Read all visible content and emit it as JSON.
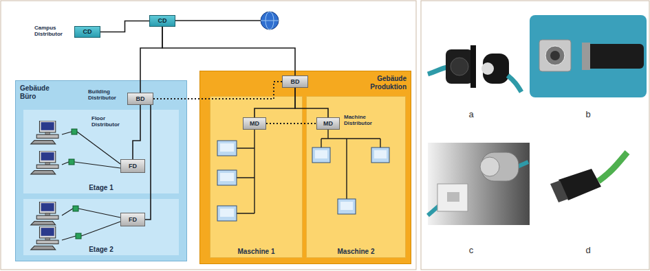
{
  "diagram": {
    "nodes": [
      {
        "text": [
          "CD"
        ]
      },
      {
        "text": [
          "CD"
        ]
      },
      {
        "text": [
          "Gebäude Büro"
        ]
      },
      {
        "text": [
          "BD"
        ],
        "in": 2
      },
      {
        "text": [
          "Etage 1"
        ],
        "in": 2
      },
      {
        "text": [
          "FD"
        ],
        "in": 4
      },
      {
        "text": [
          "Etage 2"
        ],
        "in": 2
      },
      {
        "text": [
          "FD"
        ],
        "in": 6
      },
      {
        "text": [
          "Gebäude Produktion"
        ]
      },
      {
        "text": [
          "BD"
        ],
        "in": 8
      },
      {
        "text": [
          "Maschine 1"
        ],
        "in": 8
      },
      {
        "text": [
          "MD"
        ],
        "in": 10
      },
      {
        "text": [
          "Maschine 2"
        ],
        "in": 8
      },
      {
        "text": [
          "MD"
        ],
        "in": 12
      }
    ],
    "edges": [
      {
        "from": 0,
        "to": 1,
        "arrow": "none"
      },
      {
        "from": 1,
        "to": 3,
        "arrow": "none"
      },
      {
        "from": 1,
        "to": 9,
        "arrow": "none"
      },
      {
        "from": 3,
        "to": 5,
        "arrow": "none"
      },
      {
        "from": 3,
        "to": 7,
        "arrow": "none"
      },
      {
        "from": 3,
        "to": 9,
        "arrow": "none"
      },
      {
        "from": 9,
        "to": 11,
        "arrow": "none"
      },
      {
        "from": 9,
        "to": 13,
        "arrow": "none"
      },
      {
        "from": 11,
        "to": 13,
        "arrow": "none"
      }
    ],
    "labels": [
      "Campus Distributor",
      "Building Distributor",
      "Floor Distributor",
      "Machine Distributor",
      "a",
      "b",
      "c",
      "d"
    ]
  }
}
